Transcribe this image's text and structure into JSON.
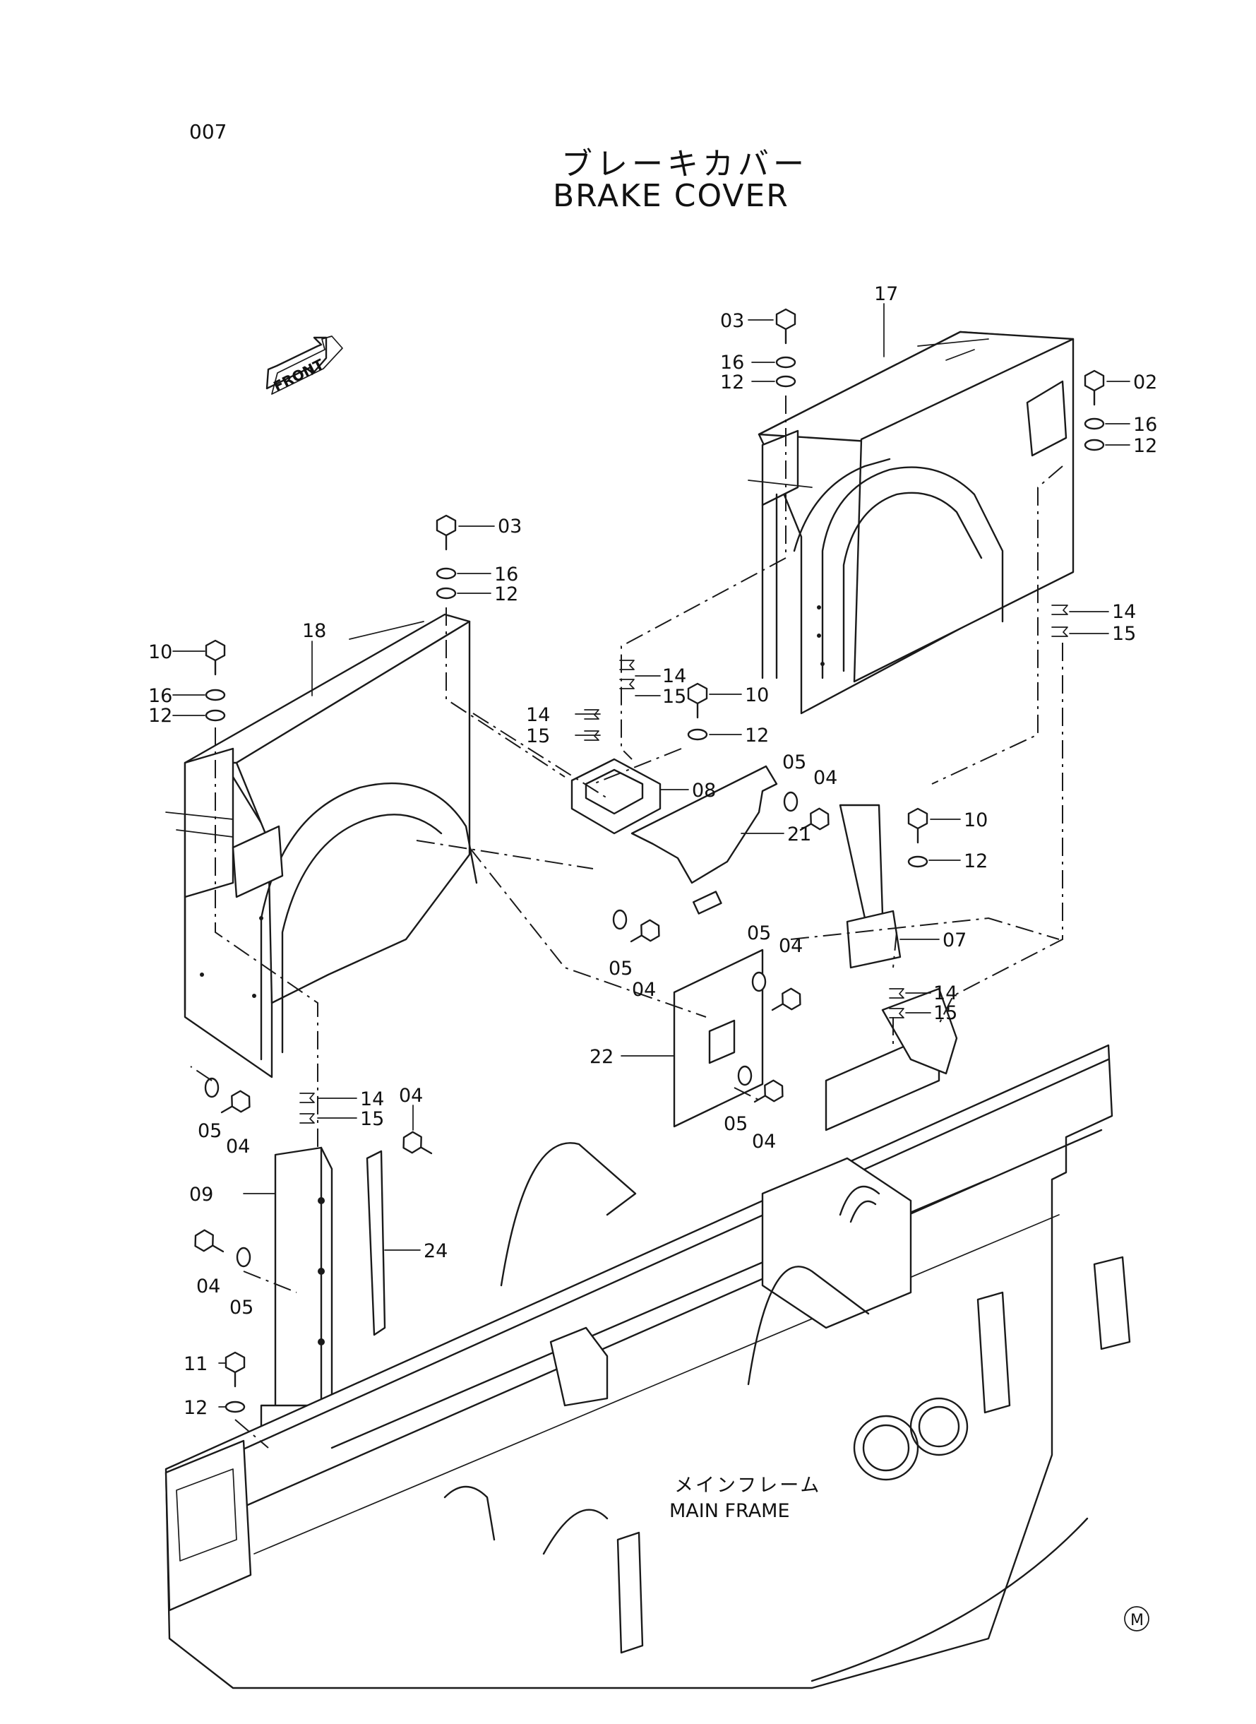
{
  "page": {
    "number": "007",
    "title_jp": "ブレーキカバー",
    "title_en": "BRAKE COVER",
    "front_label": "FRONT",
    "mark": "M"
  },
  "main_frame": {
    "label_jp": "メインフレーム",
    "label_en": "MAIN FRAME"
  },
  "callouts": {
    "c17": "17",
    "c03a": "03",
    "c16a": "16",
    "c12a": "12",
    "c02": "02",
    "c16b": "16",
    "c12b": "12",
    "c14a": "14",
    "c15a": "15",
    "c03b": "03",
    "c16c": "16",
    "c12c": "12",
    "c18": "18",
    "c10a": "10",
    "c16d": "16",
    "c12d": "12",
    "c14b": "14",
    "c15b": "15",
    "c14c": "14",
    "c15c": "15",
    "c10b": "10",
    "c12e": "12",
    "c08": "08",
    "c05a": "05",
    "c04a": "04",
    "c21": "21",
    "c10c": "10",
    "c12f": "12",
    "c07": "07",
    "c05b": "05",
    "c04b": "04",
    "c05c": "05",
    "c04c": "04",
    "c14d": "14",
    "c15d": "15",
    "c22": "22",
    "c05d": "05",
    "c04d": "04",
    "c05e": "05",
    "c04e": "04",
    "c14e": "14",
    "c15e": "15",
    "c04f": "04",
    "c09": "09",
    "c24": "24",
    "c04g": "04",
    "c05f": "05",
    "c11": "11",
    "c12g": "12"
  }
}
